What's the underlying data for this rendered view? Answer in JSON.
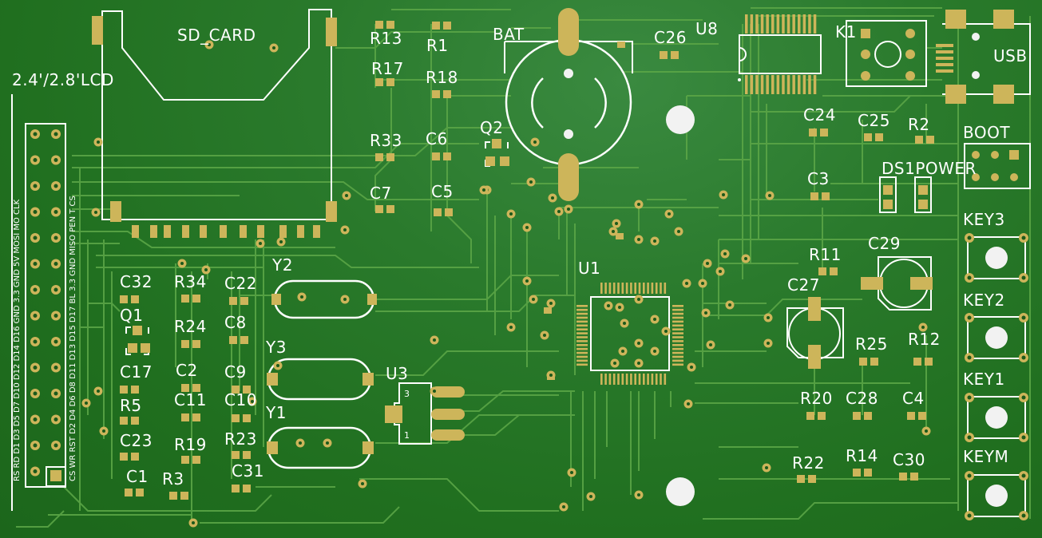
{
  "board": {
    "labels": {
      "sd_card": "SD_CARD",
      "lcd": "2.4'/2.8'LCD",
      "bat": "BAT",
      "usb": "USB",
      "boot": "BOOT",
      "ds1power": "DS1POWER",
      "key3": "KEY3",
      "key2": "KEY2",
      "key1": "KEY1",
      "keym": "KEYM",
      "k1": "K1",
      "u1": "U1",
      "u3": "U3",
      "u8": "U8",
      "q1": "Q1",
      "q2": "Q2",
      "y1": "Y1",
      "y2": "Y2",
      "y3": "Y3",
      "r1": "R1",
      "r2": "R2",
      "r3": "R3",
      "r5": "R5",
      "r11": "R11",
      "r12": "R12",
      "r13": "R13",
      "r14": "R14",
      "r17": "R17",
      "r18": "R18",
      "r19": "R19",
      "r20": "R20",
      "r22": "R22",
      "r23": "R23",
      "r24": "R24",
      "r25": "R25",
      "r33": "R33",
      "r34": "R34",
      "c1": "C1",
      "c2": "C2",
      "c3": "C3",
      "c4": "C4",
      "c5": "C5",
      "c6": "C6",
      "c7": "C7",
      "c8": "C8",
      "c9": "C9",
      "c10": "C10",
      "c11": "C11",
      "c17": "C17",
      "c22": "C22",
      "c23": "C23",
      "c24": "C24",
      "c25": "C25",
      "c26": "C26",
      "c27": "C27",
      "c28": "C28",
      "c29": "C29",
      "c30": "C30",
      "c31": "C31",
      "c32": "C32",
      "u3_pin_3": "3",
      "u3_pin_1": "1"
    },
    "lcd_pins_right": "CS WR RST D2 D4 D6 D8 D11 D13 D15 D17 BL 3.3 GND MISO PEN T CS",
    "lcd_pins_left": "RS RD D1 D3 D5 D7 D10 D12 D14 D16 GND 3.3 GND 5V MOSI MO CLK",
    "colors": {
      "soldermask": "#226f22",
      "trace": "#5aa546",
      "pad": "#cdb55a",
      "silk": "#ffffff",
      "hole": "#f2f2f2"
    }
  }
}
